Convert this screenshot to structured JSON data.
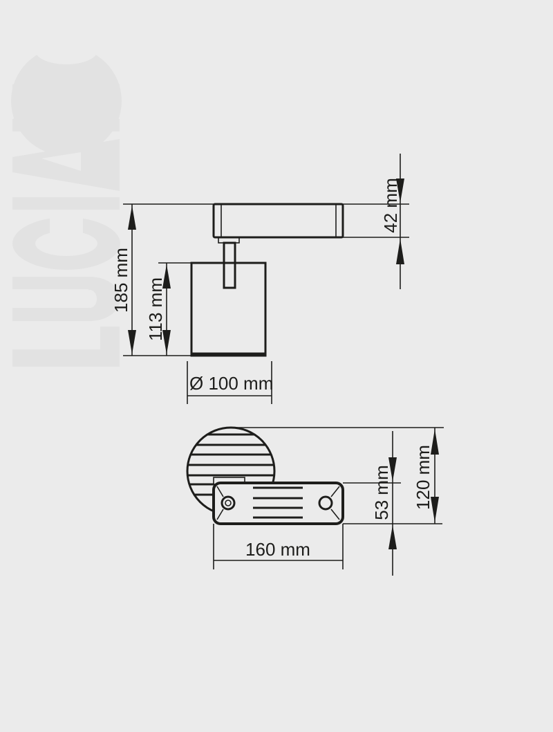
{
  "watermark": {
    "text": "LUCIANO",
    "color": "#e2e2e2"
  },
  "colors": {
    "background": "#ebebeb",
    "line": "#1d1d1b"
  },
  "side_view": {
    "total_height": "185 mm",
    "head_height": "113 mm",
    "adapter_height": "42 mm",
    "diameter": "Ø 100 mm"
  },
  "top_view": {
    "adapter_length": "160 mm",
    "adapter_width": "53 mm",
    "overall_depth": "120 mm"
  }
}
